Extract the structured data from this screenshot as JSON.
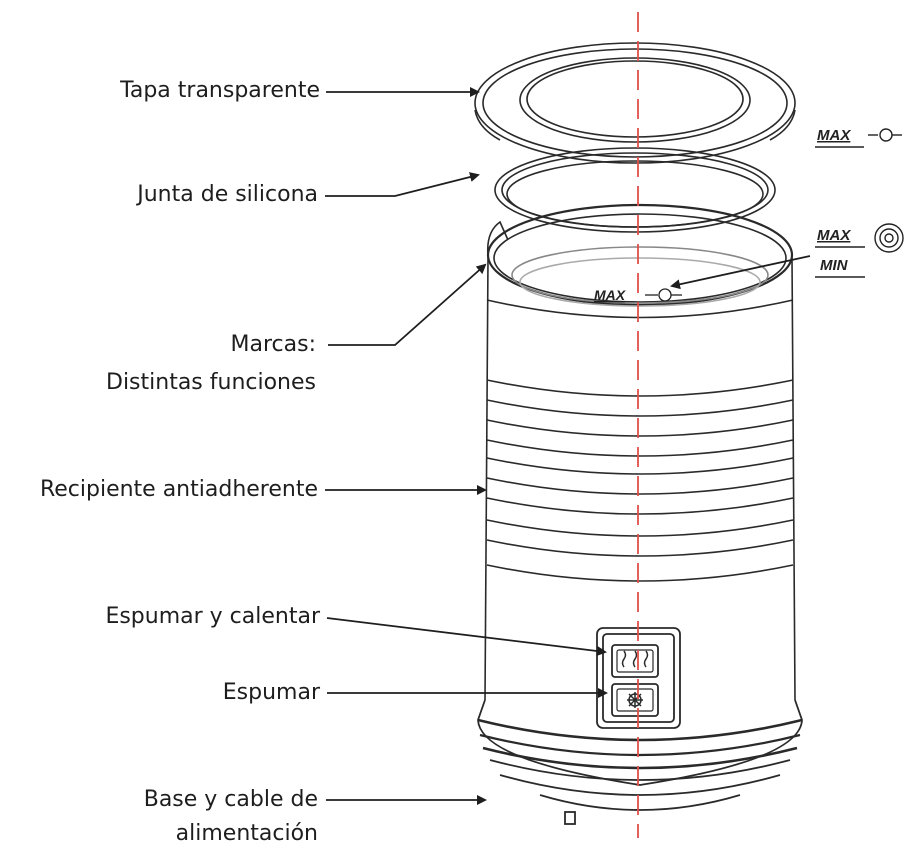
{
  "labels": {
    "lid": "Tapa transparente",
    "gasket": "Junta de silicona",
    "marks_1": "Marcas:",
    "marks_2": "Distintas funciones",
    "jug": "Recipiente antiadherente",
    "froth_heat": "Espumar y calentar",
    "froth": "Espumar",
    "base_1": "Base y cable de",
    "base_2": "alimentación"
  },
  "marks": {
    "max": "MAX",
    "min": "MIN"
  },
  "colors": {
    "axis_line": "#e0504a",
    "outline": "#2a2a2a",
    "text": "#1e1e1e"
  },
  "icons": {
    "whisk_symbol": "whisk-icon",
    "froth_symbol": "foam-icon",
    "heat_button": "heat-froth-icon",
    "froth_button": "froth-icon"
  }
}
